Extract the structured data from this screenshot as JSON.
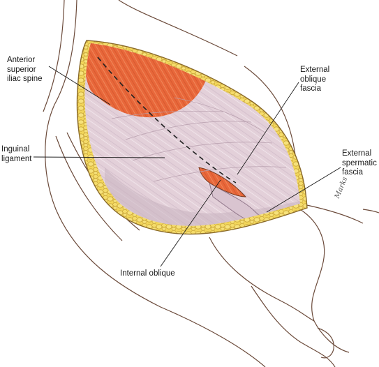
{
  "labels": {
    "asis": "Anterior\nsuperior\niliac spine",
    "inguinal": "Inguinal\nligament",
    "eof": "External\noblique\nfascia",
    "esf": "External\nspermatic\nfascia",
    "io": "Internal oblique"
  },
  "signature": "Marks",
  "colors": {
    "skin_line": "#6b4a3a",
    "fat": "#f2d65a",
    "fat_outline": "#b8962a",
    "fascia": "#e6d4dc",
    "fascia_shade": "#c9b3c0",
    "muscle": "#e8673a",
    "muscle_light": "#f08a5c",
    "leader": "#1a1a1a"
  }
}
